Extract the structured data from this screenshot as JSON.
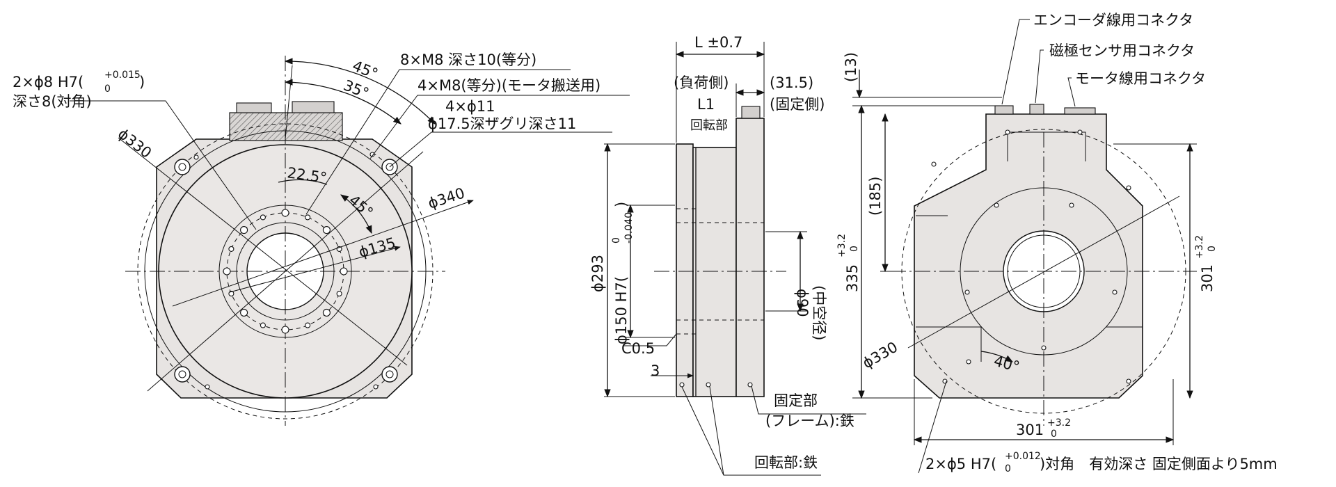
{
  "front": {
    "pin_hole": "2×ϕ8 H7(",
    "pin_tol_up": "+0.015",
    "pin_tol_low": "0",
    "pin_close": ")",
    "pin_depth": "深さ8(対角)",
    "tap_holes": "8×M8 深さ10(等分)",
    "lift_taps": "4×M8(等分)(モータ搬送用)",
    "mount_holes": "4×ϕ11",
    "counterbore": "ϕ17.5深ザグリ深さ11",
    "angle_45_top": "45°",
    "angle_35": "35°",
    "angle_22_5": "22.5°",
    "angle_45_mid": "45°",
    "dia_330": "ϕ330",
    "dia_340": "ϕ340",
    "dia_135": "ϕ135"
  },
  "side": {
    "length": "L ±0.7",
    "load_side": "(負荷側)",
    "l1": "L1",
    "rotor_label": "回転部",
    "fixed_offset": "(31.5)",
    "fixed_side": "(固定側)",
    "dia_293": "ϕ293",
    "dia_150": "ϕ150 H7(",
    "fit_150_up": "0",
    "fit_150_low": "-0.040",
    "fit_150_close": ")",
    "dia_90": "ϕ90",
    "hollow": "(中空径)",
    "chamfer": "C0.5",
    "dim_3": "3",
    "stator_material_1": "固定部",
    "stator_material_2": "(フレーム):鉄",
    "rotor_material": "回転部:鉄"
  },
  "rear": {
    "encoder_connector": "エンコーダ線用コネクタ",
    "pole_connector": "磁極センサ用コネクタ",
    "motor_connector": "モータ線用コネクタ",
    "dim_13": "(13)",
    "dim_185": "(185)",
    "dim_335": "335",
    "dim_335_up": "+3.2",
    "dim_335_low": "0",
    "dim_301_v": "301",
    "dim_301_v_up": "+3.2",
    "dim_301_v_low": "0",
    "dim_301_h": "301",
    "dim_301_h_up": "+3.2",
    "dim_301_h_low": "0",
    "dia_330": "ϕ330",
    "angle_40": "40°",
    "pin_note": "2×ϕ5 H7(",
    "pin_note_up": "+0.012",
    "pin_note_low": "0",
    "pin_note_tail": ")対角　有効深さ 固定側面より5mm"
  }
}
